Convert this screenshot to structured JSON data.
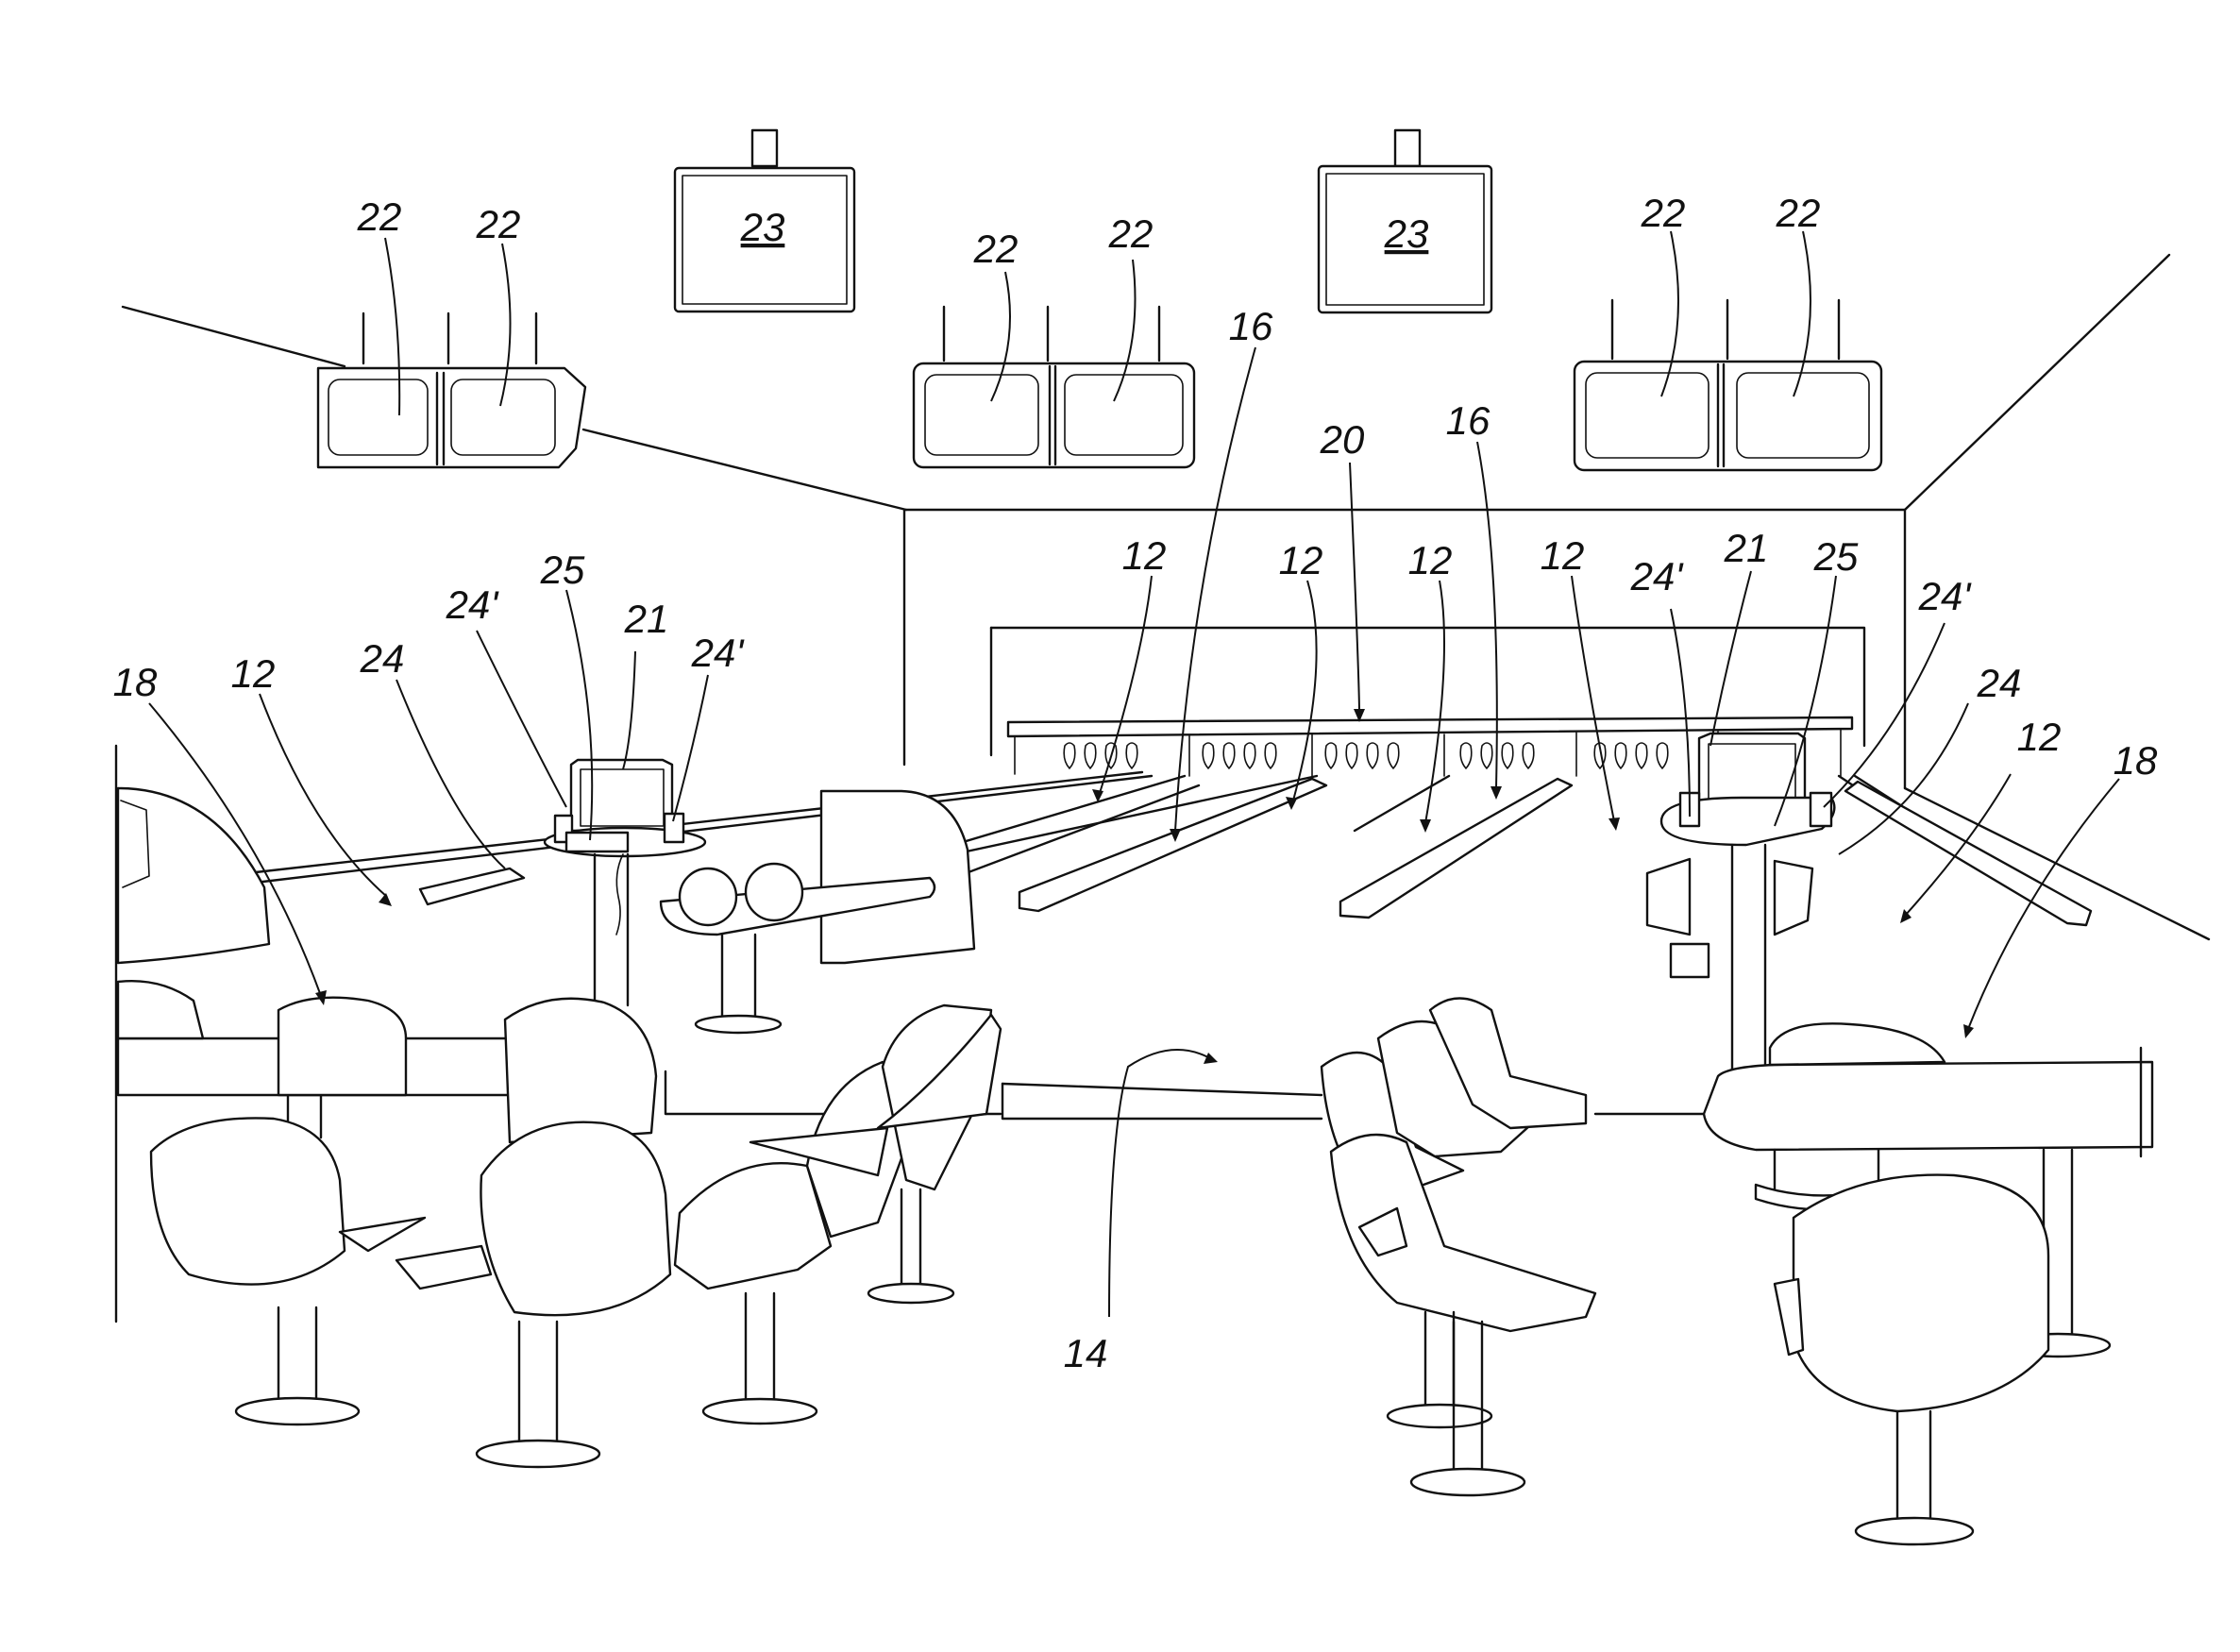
{
  "figure": {
    "description_none": "",
    "labels": [
      {
        "id": "l22a",
        "text": "22"
      },
      {
        "id": "l22b",
        "text": "22"
      },
      {
        "id": "l23a",
        "text": "23",
        "underline": true
      },
      {
        "id": "l22c",
        "text": "22"
      },
      {
        "id": "l22d",
        "text": "22"
      },
      {
        "id": "l23b",
        "text": "23",
        "underline": true
      },
      {
        "id": "l22e",
        "text": "22"
      },
      {
        "id": "l22f",
        "text": "22"
      },
      {
        "id": "l16a",
        "text": "16"
      },
      {
        "id": "l20",
        "text": "20"
      },
      {
        "id": "l16b",
        "text": "16"
      },
      {
        "id": "l12a",
        "text": "12"
      },
      {
        "id": "l12b",
        "text": "12"
      },
      {
        "id": "l12c",
        "text": "12"
      },
      {
        "id": "l12d",
        "text": "12"
      },
      {
        "id": "l24pa",
        "text": "24'"
      },
      {
        "id": "l21a",
        "text": "21"
      },
      {
        "id": "l25a",
        "text": "25"
      },
      {
        "id": "l24pb",
        "text": "24'"
      },
      {
        "id": "l25b",
        "text": "25"
      },
      {
        "id": "l21b",
        "text": "21"
      },
      {
        "id": "l24pc",
        "text": "24'"
      },
      {
        "id": "l24pd",
        "text": "24'"
      },
      {
        "id": "l18a",
        "text": "18"
      },
      {
        "id": "l12e",
        "text": "12"
      },
      {
        "id": "l24a",
        "text": "24"
      },
      {
        "id": "l24b",
        "text": "24"
      },
      {
        "id": "l12f",
        "text": "12"
      },
      {
        "id": "l18b",
        "text": "18"
      },
      {
        "id": "l14",
        "text": "14"
      }
    ]
  }
}
